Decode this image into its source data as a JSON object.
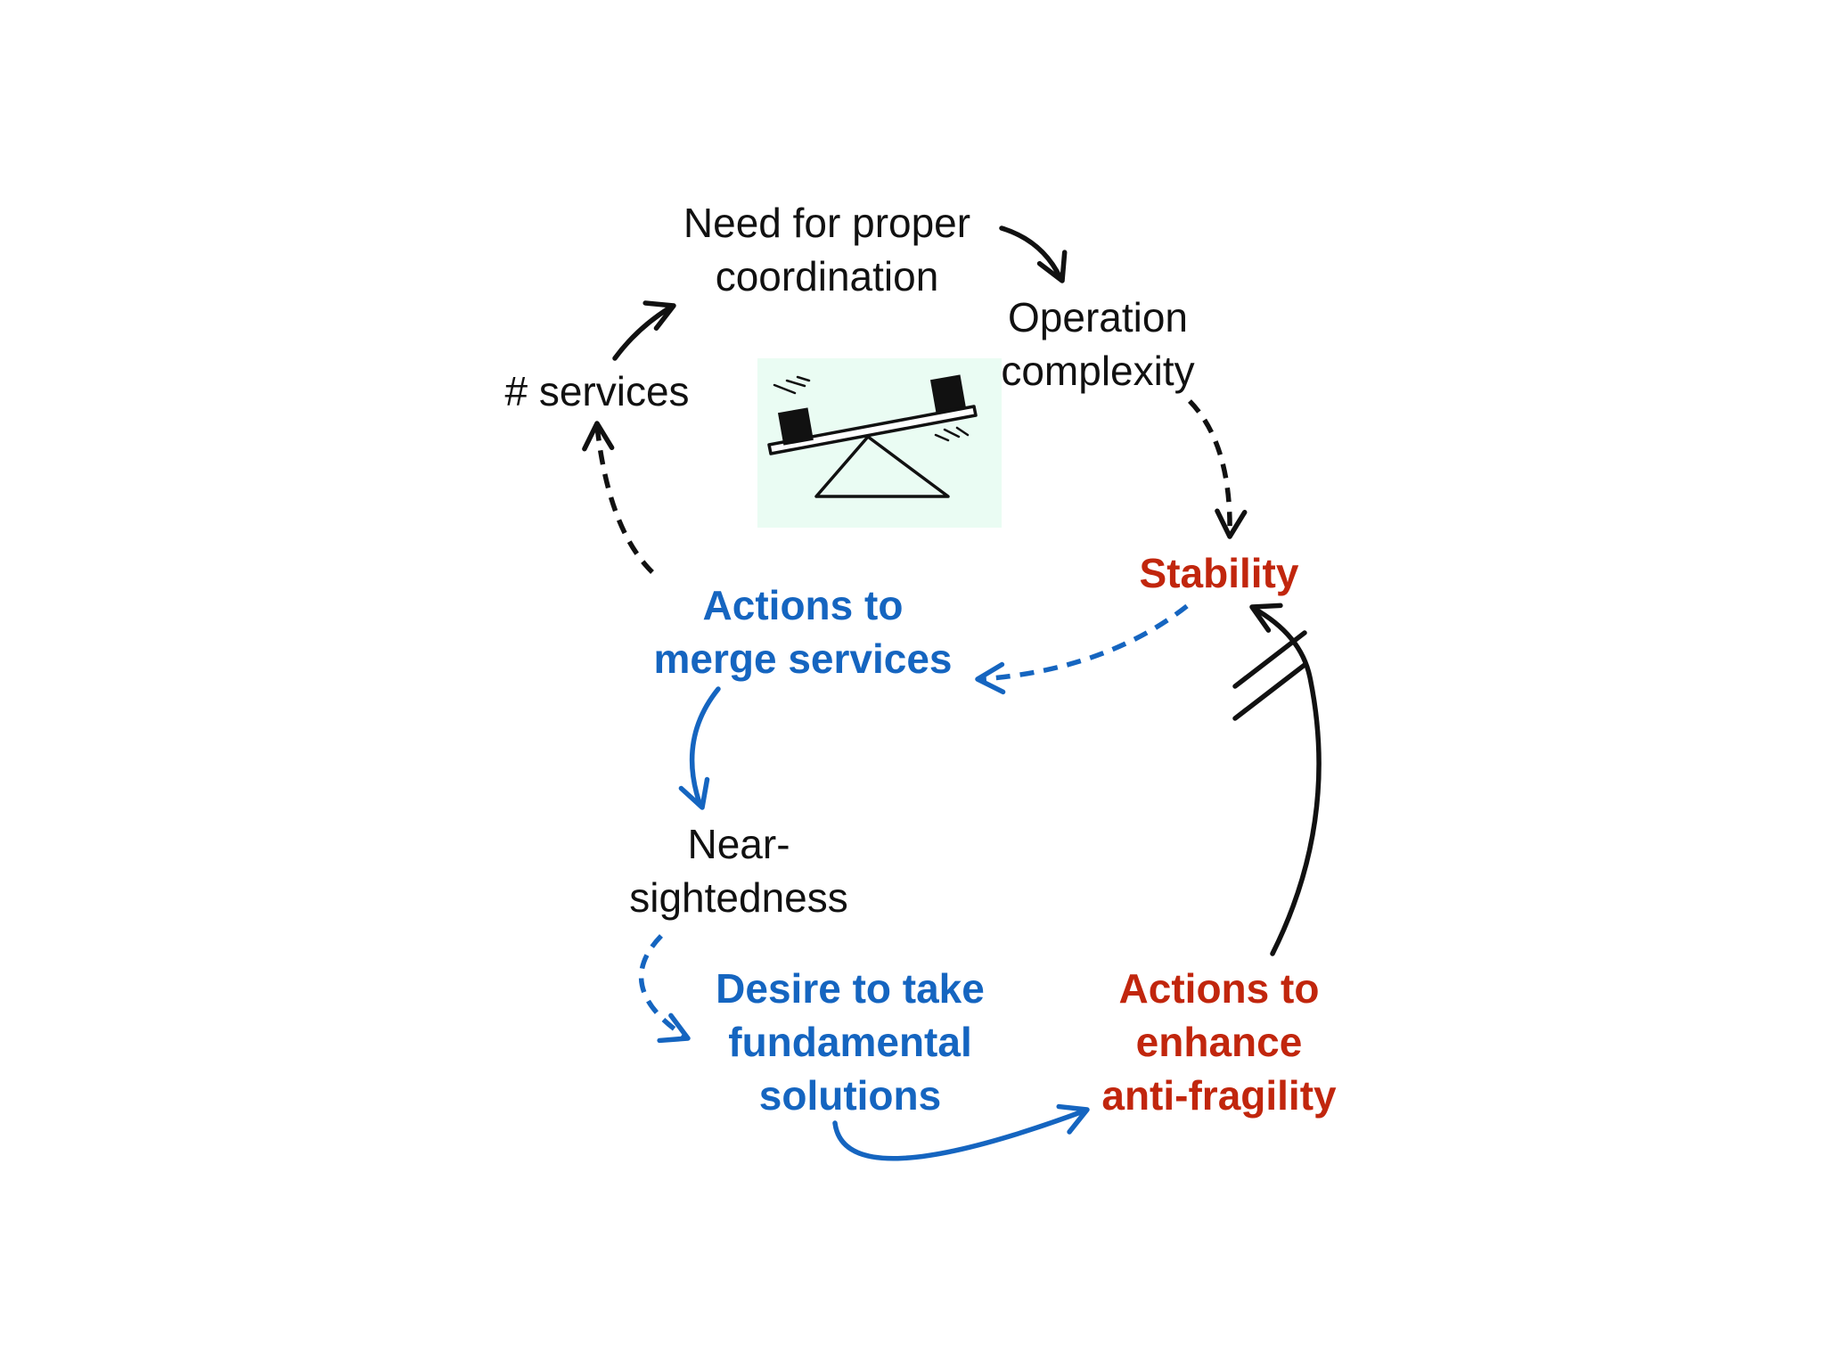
{
  "colors": {
    "neutral": "#111111",
    "balancing": "#1565c0",
    "highlight": "#c1260d",
    "seesaw_bg": "#eafcf3"
  },
  "nodes": {
    "need_coordination": {
      "lines": [
        "Need for proper",
        "coordination"
      ],
      "color": "neutral",
      "bold": false
    },
    "operation_complexity": {
      "lines": [
        "Operation",
        "complexity"
      ],
      "color": "neutral",
      "bold": false
    },
    "num_services": {
      "lines": [
        "# services"
      ],
      "color": "neutral",
      "bold": false
    },
    "stability": {
      "lines": [
        "Stability"
      ],
      "color": "highlight",
      "bold": true
    },
    "merge_services": {
      "lines": [
        "Actions to",
        "merge services"
      ],
      "color": "balancing",
      "bold": true
    },
    "near_sightedness": {
      "lines": [
        "Near-",
        "sightedness"
      ],
      "color": "neutral",
      "bold": false
    },
    "fundamental_solutions": {
      "lines": [
        "Desire to take",
        "fundamental",
        "solutions"
      ],
      "color": "balancing",
      "bold": true
    },
    "anti_fragility": {
      "lines": [
        "Actions to",
        "enhance",
        "anti-fragility"
      ],
      "color": "highlight",
      "bold": true
    }
  },
  "edges": [
    {
      "from": "num_services",
      "to": "need_coordination",
      "color": "neutral",
      "dashed": false,
      "delay_marker": false
    },
    {
      "from": "need_coordination",
      "to": "operation_complexity",
      "color": "neutral",
      "dashed": false,
      "delay_marker": false
    },
    {
      "from": "operation_complexity",
      "to": "stability",
      "color": "neutral",
      "dashed": true,
      "delay_marker": false
    },
    {
      "from": "stability",
      "to": "merge_services",
      "color": "balancing",
      "dashed": true,
      "delay_marker": false
    },
    {
      "from": "merge_services",
      "to": "num_services",
      "color": "neutral",
      "dashed": true,
      "delay_marker": false
    },
    {
      "from": "merge_services",
      "to": "near_sightedness",
      "color": "balancing",
      "dashed": false,
      "delay_marker": false
    },
    {
      "from": "near_sightedness",
      "to": "fundamental_solutions",
      "color": "balancing",
      "dashed": true,
      "delay_marker": false
    },
    {
      "from": "fundamental_solutions",
      "to": "anti_fragility",
      "color": "balancing",
      "dashed": false,
      "delay_marker": false
    },
    {
      "from": "anti_fragility",
      "to": "stability",
      "color": "neutral",
      "dashed": false,
      "delay_marker": true
    }
  ],
  "seesaw_icon": "seesaw-balance-icon"
}
